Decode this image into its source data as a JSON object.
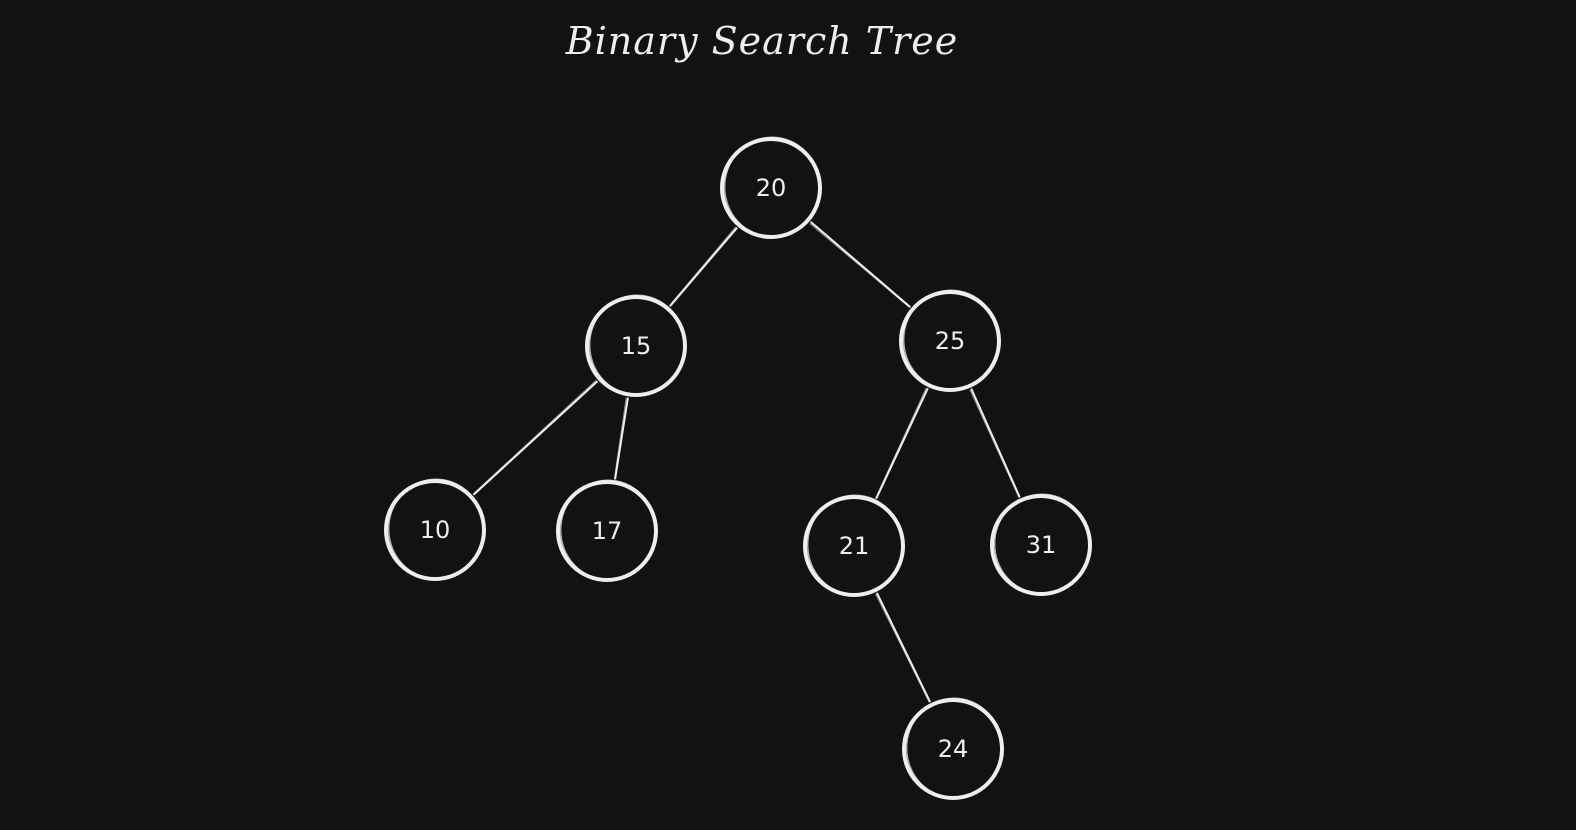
{
  "title": "Binary Search Tree",
  "colors": {
    "background": "#121212",
    "stroke": "#eeeeee",
    "text": "#eeeeee"
  },
  "tree": {
    "nodes": [
      {
        "id": "n20",
        "label": "20"
      },
      {
        "id": "n15",
        "label": "15"
      },
      {
        "id": "n25",
        "label": "25"
      },
      {
        "id": "n10",
        "label": "10"
      },
      {
        "id": "n17",
        "label": "17"
      },
      {
        "id": "n21",
        "label": "21"
      },
      {
        "id": "n31",
        "label": "31"
      },
      {
        "id": "n24",
        "label": "24"
      }
    ],
    "edges": [
      {
        "from": "n20",
        "to": "n15"
      },
      {
        "from": "n20",
        "to": "n25"
      },
      {
        "from": "n15",
        "to": "n10"
      },
      {
        "from": "n15",
        "to": "n17"
      },
      {
        "from": "n25",
        "to": "n21"
      },
      {
        "from": "n25",
        "to": "n31"
      },
      {
        "from": "n21",
        "to": "n24"
      }
    ]
  }
}
